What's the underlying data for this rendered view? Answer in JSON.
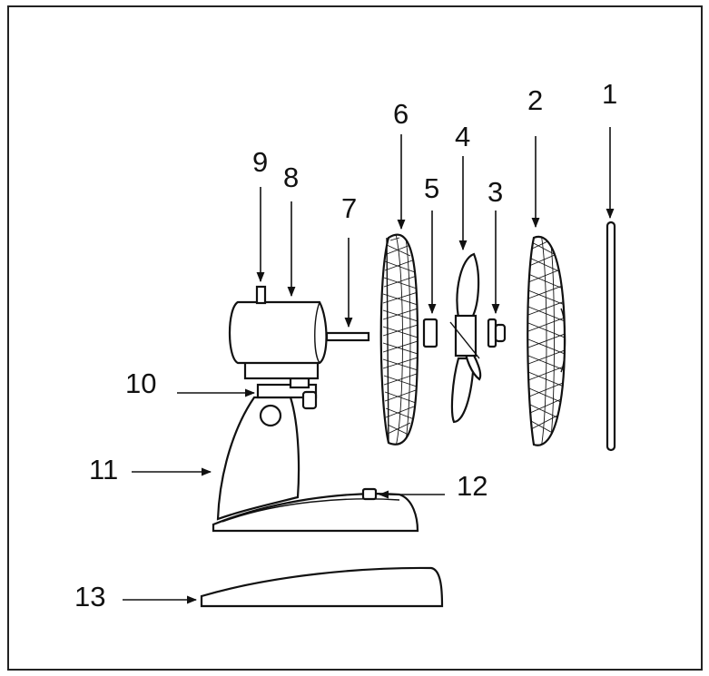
{
  "diagram": {
    "colors": {
      "line": "#111111",
      "background": "#ffffff"
    },
    "callouts": [
      {
        "id": "1",
        "text": "1"
      },
      {
        "id": "2",
        "text": "2"
      },
      {
        "id": "3",
        "text": "3"
      },
      {
        "id": "4",
        "text": "4"
      },
      {
        "id": "5",
        "text": "5"
      },
      {
        "id": "6",
        "text": "6"
      },
      {
        "id": "7",
        "text": "7"
      },
      {
        "id": "8",
        "text": "8"
      },
      {
        "id": "9",
        "text": "9"
      },
      {
        "id": "10",
        "text": "10"
      },
      {
        "id": "11",
        "text": "11"
      },
      {
        "id": "12",
        "text": "12"
      },
      {
        "id": "13",
        "text": "13"
      }
    ]
  }
}
